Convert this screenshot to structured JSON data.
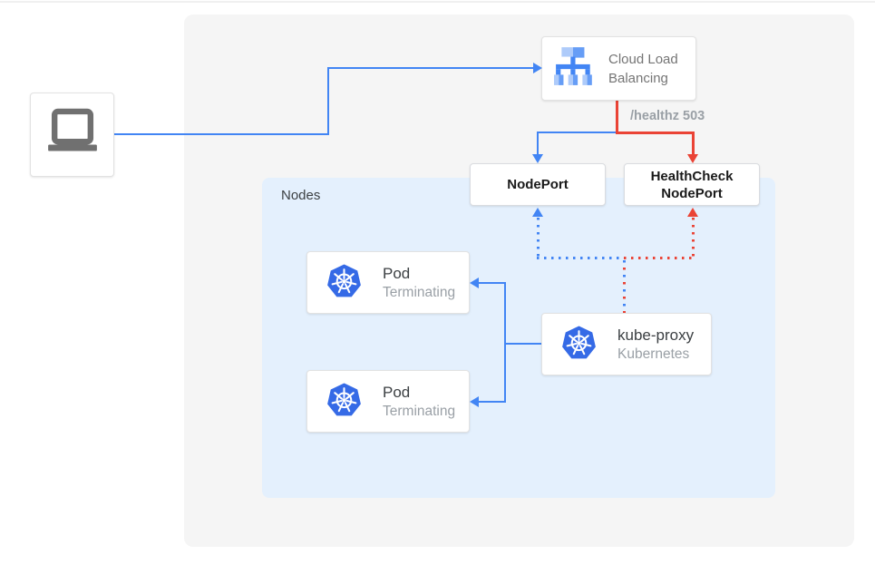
{
  "colors": {
    "arrow_blue": "#4285f4",
    "arrow_red": "#ea4335",
    "outer_panel": "#f5f5f5",
    "nodes_panel": "#e4f0fd",
    "kubernetes_blue": "#356ae6",
    "icon_gray": "#707070",
    "text_dark": "#3c4043",
    "text_gray": "#9aa0a6",
    "lb_icon_light": "#aecbfa",
    "lb_icon_mid": "#669df6",
    "lb_icon_dark": "#4285f4"
  },
  "nodes_panel": {
    "label": "Nodes"
  },
  "cloud_load_balancing": {
    "label": "Cloud Load Balancing"
  },
  "edge_labels": {
    "healthz": "/healthz 503"
  },
  "nodeport": {
    "label": "NodePort"
  },
  "healthcheck_nodeport": {
    "line1": "HealthCheck",
    "line2": "NodePort"
  },
  "pods": [
    {
      "title": "Pod",
      "subtitle": "Terminating"
    },
    {
      "title": "Pod",
      "subtitle": "Terminating"
    }
  ],
  "kube_proxy": {
    "title": "kube-proxy",
    "subtitle": "Kubernetes"
  }
}
